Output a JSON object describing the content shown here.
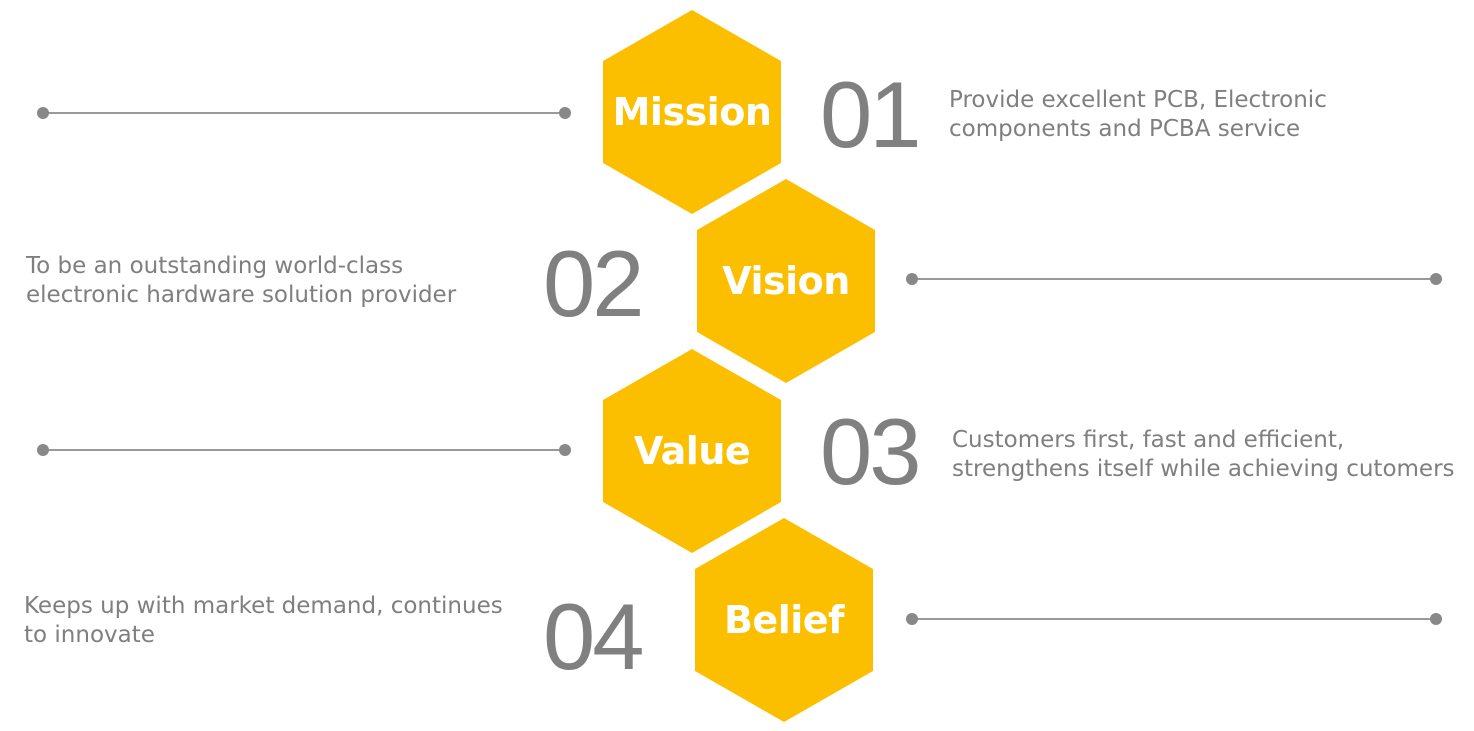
{
  "colors": {
    "hexagon": "#FBBF00",
    "hexagon_text": "#FFFFFF",
    "number": "#808080",
    "description": "#7F7F7F",
    "connector": "#999999"
  },
  "items": [
    {
      "label": "Mission",
      "number": "01",
      "description_lines": [
        "Provide excellent PCB, Electronic",
        "components and PCBA service"
      ]
    },
    {
      "label": "Vision",
      "number": "02",
      "description_lines": [
        "To be an outstanding world-class",
        "electronic hardware solution provider"
      ]
    },
    {
      "label": "Value",
      "number": "03",
      "description_lines": [
        "Customers first, fast and efficient,",
        "strengthens itself while achieving cutomers"
      ]
    },
    {
      "label": "Belief",
      "number": "04",
      "description_lines": [
        "Keeps up with market demand, continues",
        "to innovate"
      ]
    }
  ]
}
